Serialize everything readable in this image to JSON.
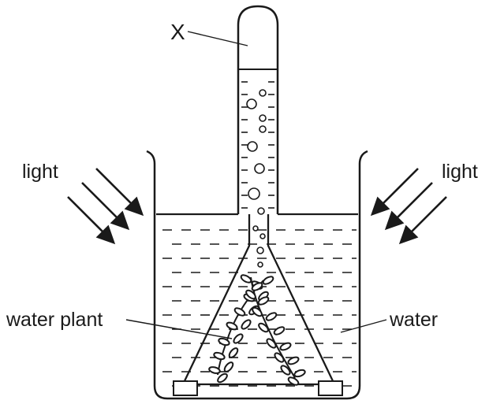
{
  "labels": {
    "gas": "X",
    "light_left": "light",
    "light_right": "light",
    "plant": "water plant",
    "water": "water"
  },
  "colors": {
    "ink": "#1a1a1a",
    "background": "#ffffff"
  }
}
